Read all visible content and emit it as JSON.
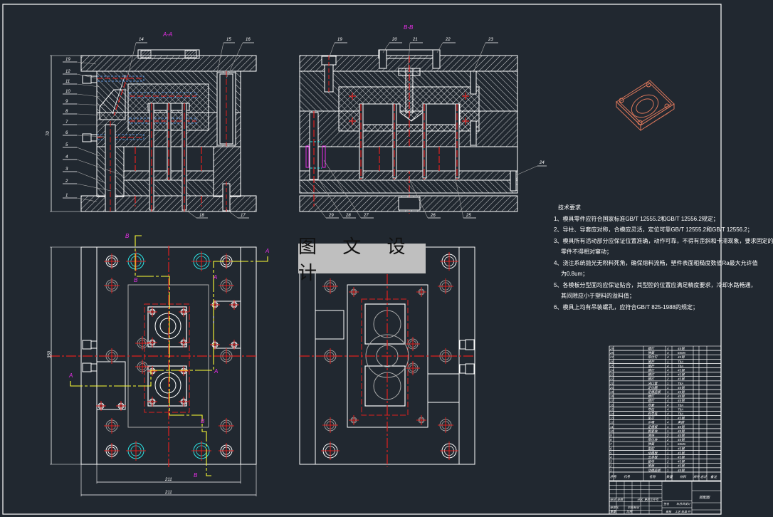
{
  "drawing": {
    "type": "injection mold assembly drawing",
    "watermark": "图 文 设 计",
    "colors": {
      "background": "#212830",
      "outline": "#ffffff",
      "centerline": "#e0201e",
      "section_label": "#e62ee6",
      "cooling": "#5a8fd6",
      "cutting_plane": "#ffff33",
      "iso_part": "#d9765a",
      "hidden": "#8c8c8c",
      "spring": "#2ee6e6"
    }
  },
  "views": {
    "section_aa": {
      "label": "A-A",
      "balloons_left": [
        "19",
        "12",
        "11",
        "10",
        "9",
        "8",
        "7",
        "6",
        "5",
        "4",
        "3",
        "2",
        "1"
      ],
      "balloons_top": [
        "14",
        "15",
        "16"
      ],
      "balloons_bottom": [
        "18",
        "17"
      ],
      "height_dim": "70"
    },
    "section_bb": {
      "label": "B-B",
      "balloons_top": [
        "19",
        "20",
        "21",
        "22",
        "23"
      ],
      "balloons_right": [
        "24"
      ],
      "balloons_bottom": [
        "29",
        "28",
        "27",
        "26",
        "25"
      ]
    },
    "plan_fixed": {
      "section_marks": [
        "A",
        "A",
        "A",
        "A",
        "B",
        "B",
        "B",
        "B"
      ],
      "width_dim_inner": "211",
      "width_dim_outer": "211",
      "height_dim": "350"
    },
    "plan_moving": {}
  },
  "technical_requirements": {
    "title": "技术要求",
    "items": [
      "1、模具零件应符合国家标准GB/T 12555.2和GB/T 12556.2规定；",
      "2、导柱、导套应对称，合模应灵活，定位可靠GB/T 12555.2和GB/T 12556.2；",
      "3、模具所有活动部分应保证位置准确，动作可靠，不得有歪斜和卡滞现象，要求固定的",
      "零件不得相对窜动；",
      "4、浇注系统抛光无积料死角，确保熔料流畅，塑件表面粗糙度数值Ra最大允许值",
      "为0.8um；",
      "5、各模板分型面均应保证贴合，其型腔的位置应满足精度要求，冷却水路畅通，",
      "其间隙应小于塑料的溢料值；",
      "6、模具上均有吊装螺孔，应符合GB/T 825-1988的规定；"
    ]
  },
  "bom": {
    "rows": [
      {
        "no": "29",
        "name": "螺钉",
        "qty": "4",
        "mat": "45钢"
      },
      {
        "no": "28",
        "name": "弹簧",
        "qty": "4",
        "mat": "65Mn"
      },
      {
        "no": "27",
        "name": "限位钉",
        "qty": "4",
        "mat": "45钢"
      },
      {
        "no": "26",
        "name": "推杆",
        "qty": "1",
        "mat": "T8A"
      },
      {
        "no": "25",
        "name": "推杆",
        "qty": "4",
        "mat": "T8A"
      },
      {
        "no": "24",
        "name": "螺钉",
        "qty": "4",
        "mat": "45钢"
      },
      {
        "no": "23",
        "name": "螺钉",
        "qty": "4",
        "mat": "45钢"
      },
      {
        "no": "22",
        "name": "螺钉",
        "qty": "2",
        "mat": "45钢"
      },
      {
        "no": "21",
        "name": "浇口套",
        "qty": "1",
        "mat": "T8A"
      },
      {
        "no": "20",
        "name": "定位圈",
        "qty": "1",
        "mat": "45钢"
      },
      {
        "no": "19",
        "name": "定模座板",
        "qty": "1",
        "mat": "45钢"
      },
      {
        "no": "18",
        "name": "螺钉",
        "qty": "4",
        "mat": "45钢"
      },
      {
        "no": "17",
        "name": "螺钉",
        "qty": "4",
        "mat": "45钢"
      },
      {
        "no": "16",
        "name": "导套",
        "qty": "4",
        "mat": "T8A"
      },
      {
        "no": "15",
        "name": "导柱",
        "qty": "4",
        "mat": "T8A"
      },
      {
        "no": "14",
        "name": "斜导柱",
        "qty": "4",
        "mat": "T8A"
      },
      {
        "no": "13",
        "name": "型芯",
        "qty": "1",
        "mat": "45钢"
      },
      {
        "no": "12",
        "name": "水嘴",
        "qty": "4",
        "mat": "黄铜"
      },
      {
        "no": "11",
        "name": "定模板",
        "qty": "1",
        "mat": "45钢"
      },
      {
        "no": "10",
        "name": "楔紧块",
        "qty": "1",
        "mat": "45钢"
      },
      {
        "no": "9",
        "name": "滑块",
        "qty": "2",
        "mat": "45钢"
      },
      {
        "no": "8",
        "name": "限位块",
        "qty": "2",
        "mat": "45钢"
      },
      {
        "no": "7",
        "name": "弹簧",
        "qty": "1",
        "mat": "65Mn"
      },
      {
        "no": "6",
        "name": "型腔",
        "qty": "1",
        "mat": "45钢"
      },
      {
        "no": "5",
        "name": "动模板",
        "qty": "1",
        "mat": "45钢"
      },
      {
        "no": "4",
        "name": "支承板",
        "qty": "1",
        "mat": "45钢"
      },
      {
        "no": "3",
        "name": "垫块",
        "qty": "2",
        "mat": "45钢"
      },
      {
        "no": "2",
        "name": "推板",
        "qty": "1",
        "mat": "45钢"
      },
      {
        "no": "1",
        "name": "动模座板",
        "qty": "1",
        "mat": "45钢"
      }
    ],
    "header": {
      "no": "序号",
      "code": "代号",
      "name": "名称",
      "qty": "数量",
      "mat": "材料",
      "unit_weight": "单件",
      "total_weight": "总计",
      "note": "备注"
    }
  },
  "title_block": {
    "drawing_name": "装配图",
    "labels": [
      "标记",
      "处数",
      "分区",
      "更改文件号",
      "签名",
      "年月日",
      "设计",
      "标准化",
      "阶段标记",
      "重量",
      "比例",
      "审核",
      "工艺",
      "批准",
      "共",
      "张",
      "第",
      "张"
    ]
  }
}
